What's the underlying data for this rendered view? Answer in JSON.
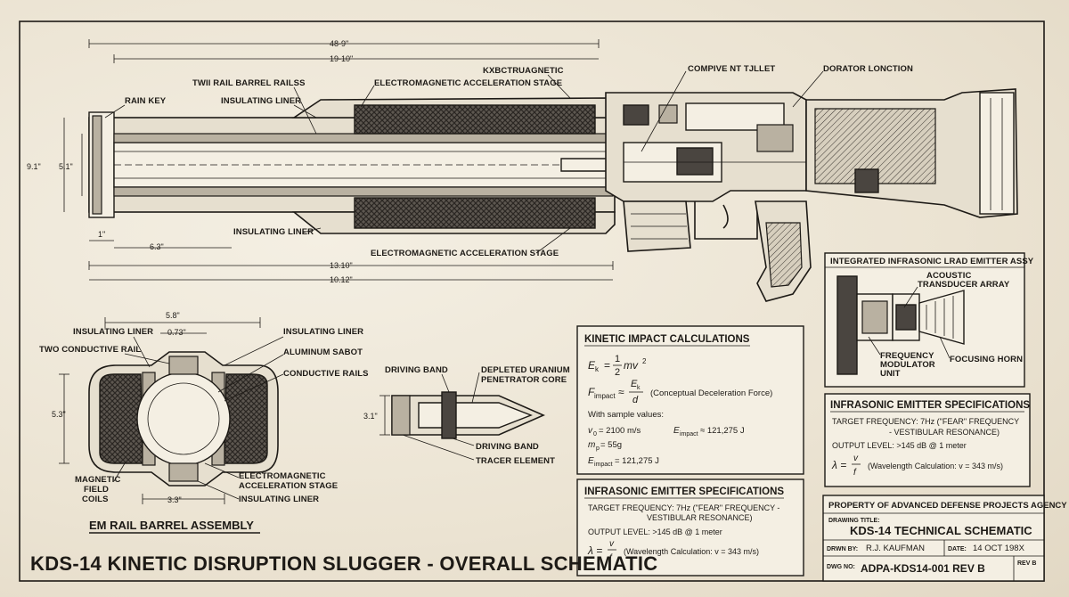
{
  "main_title": "KDS-14 KINETIC DISRUPTION SLUGGER - OVERALL SCHEMATIC",
  "rifle": {
    "labels": {
      "rain_key": "RAIN KEY",
      "rail_barrel_rails": "TWII RAIL BARREL RAILSS",
      "insulating_liner_top": "INSULATING LINER",
      "em_stage_top": "ELECTROMAGNETIC ACCELERATION STAGE",
      "kxbc": "KXBCTRUAGNETIC",
      "compive": "COMPIVE NT TJLLET",
      "dorator": "DORATOR LONCTION",
      "insulating_liner_bottom": "INSULATING LINER",
      "em_stage_bottom": "ELECTROMAGNETIC ACCELERATION STAGE"
    },
    "dims": {
      "overall": "48-9\"",
      "d1": "19-10\"",
      "height_a": "9.1\"",
      "height_b": "5.1\"",
      "d_1": "1\"",
      "d_6": "6.3\"",
      "d_13": "13.10\"",
      "d_10": "10.12\""
    }
  },
  "lrad": {
    "title": "INTEGRATED INFRASONIC LRAD EMITTER ASSY",
    "acoustic_1": "ACOUSTIC",
    "acoustic_2": "TRANSDUCER ARRAY",
    "freq_1": "FREQUENCY",
    "freq_2": "MODULATOR",
    "freq_3": "UNIT",
    "horn": "FOCUSING HORN"
  },
  "em_assembly": {
    "title": "EM RAIL BARREL ASSEMBLY",
    "width": "5.8\"",
    "inner": "0.73\"",
    "height": "5.3\"",
    "bottom": "3.3\"",
    "insulating_liner_tl": "INSULATING LINER",
    "conductive_rail_l": "TWO CONDUCTIVE RAIL",
    "insulating_liner_tr": "INSULATING LINER",
    "aluminum_sabot": "ALUMINUM SABOT",
    "conductive_rails_r": "CONDUCTIVE RAILS",
    "magnetic_1": "MAGNETIC",
    "magnetic_2": "FIELD",
    "magnetic_3": "COILS",
    "em_stage_1": "ELECTROMAGNETIC",
    "em_stage_2": "ACCELERATION STAGE",
    "insulating_liner_b": "INSULATING LINER"
  },
  "projectile": {
    "driving_band_top": "DRIVING BAND",
    "penetrator_1": "DEPLETED URANIUM",
    "penetrator_2": "PENETRATOR CORE",
    "height": "3.1\"",
    "driving_band_bottom": "DRIVING BAND",
    "tracer": "TRACER ELEMENT"
  },
  "kinetic": {
    "title": "KINETIC IMPACT CALCULATIONS",
    "eq1_lhs": "E",
    "eq1_sub": "k",
    "eq1_num": "1",
    "eq1_den": "2",
    "eq1_rhs": "mv",
    "eq1_exp": "2",
    "eq2_lhs": "F",
    "eq2_sub": "impact",
    "eq2_num": "E",
    "eq2_num_sub": "k",
    "eq2_den": "d",
    "eq2_note": "(Conceptual Deceleration Force)",
    "sample": "With sample values:",
    "v0": "= 2100 m/s",
    "mp": "= 55g",
    "eimp_right": "≈ 121,275 J",
    "eimp": "= 121,275 J"
  },
  "infra_bottom": {
    "title": "INFRASONIC EMITTER SPECIFICATIONS",
    "freq_1": "TARGET FREQUENCY: 7Hz (\"FEAR\" FREQUENCY -",
    "freq_2": "VESTIBULAR RESONANCE)",
    "output": "OUTPUT LEVEL: >145 dB @ 1 meter",
    "wave": "(Wavelength Calculation: v = 343 m/s)"
  },
  "infra_right": {
    "title": "INFRASONIC EMITTER SPECIFICATIONS",
    "freq_1": "TARGET FREQUENCY: 7Hz (\"FEAR\" FREQUENCY",
    "freq_2": "- VESTIBULAR RESONANCE)",
    "output": "OUTPUT LEVEL: >145 dB @ 1 meter",
    "wave": "(Wavelength Calculation: v = 343 m/s)"
  },
  "title_block": {
    "property": "PROPERTY OF ADVANCED DEFENSE PROJECTS AGENCY",
    "drawing_title_label": "DRAWING TITLE:",
    "drawing_title": "KDS-14 TECHNICAL SCHEMATIC",
    "drwn_label": "DRWN BY:",
    "drwn": "R.J. KAUFMAN",
    "date_label": "DATE:",
    "date": "14 OCT 198X",
    "dwg_label": "DWG NO:",
    "dwg": "ADPA-KDS14-001 REV B",
    "rev_label": "REV B"
  }
}
